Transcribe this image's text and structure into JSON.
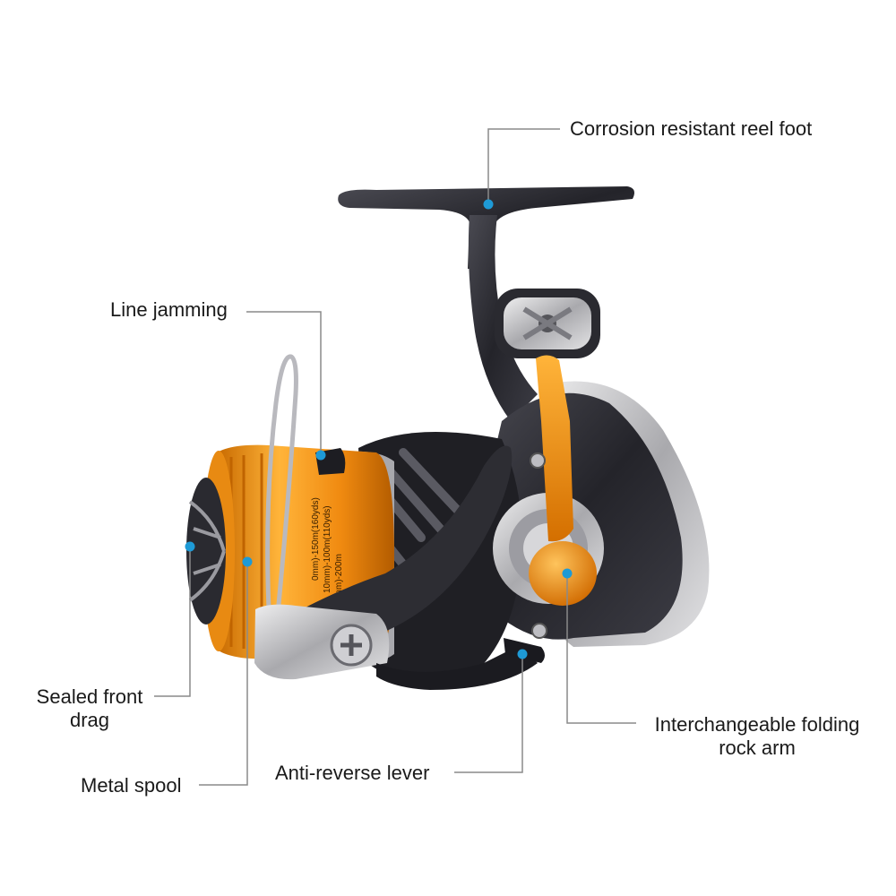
{
  "callouts": {
    "reel_foot": "Corrosion resistant reel foot",
    "line_jamming": "Line jamming",
    "sealed_drag_line1": "Sealed front",
    "sealed_drag_line2": "drag",
    "metal_spool": "Metal spool",
    "anti_reverse": "Anti-reverse lever",
    "rock_arm_line1": "Interchangeable folding",
    "rock_arm_line2": "rock arm"
  },
  "spool_print": {
    "line1": "0mm)-150m(160yds)",
    "line2": "10mm)-100m(110yds)",
    "line3": "0mm)-200m"
  },
  "colors": {
    "accent_dot": "#1e9ad6",
    "leader_line": "#8a8a8a",
    "orange": "#f39a1a",
    "body_dark": "#2b2b30",
    "silver": "#c9c9cc"
  }
}
